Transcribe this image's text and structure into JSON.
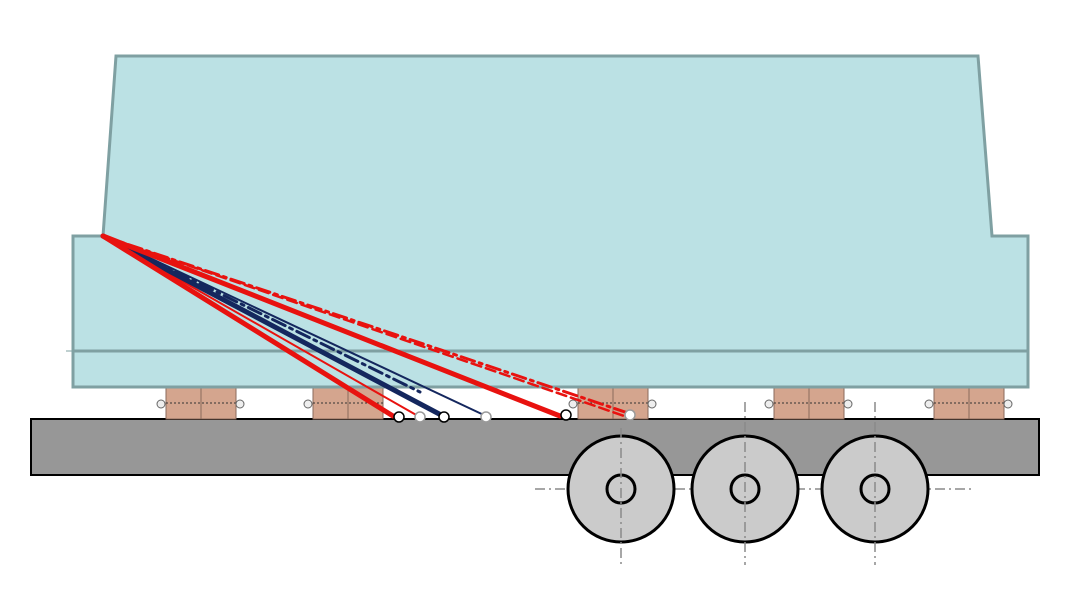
{
  "colors": {
    "background": "#ffffff",
    "cargo_fill": "#bbe1e4",
    "cargo_stroke": "#7fa0a2",
    "deck_fill": "#979797",
    "wheel_fill": "#cbcbcb",
    "block_fill": "#d4a58e",
    "lashing_red": "#e8120f",
    "lashing_navy": "#14275e",
    "centerline": "#8a8a8a"
  },
  "diagram": {
    "components": [
      "cargo-unit",
      "timber-dunnage-blocks",
      "trailer-deck",
      "wheel-axles",
      "lashings"
    ],
    "dunnage_block_count": 5,
    "wheel_count": 3,
    "lashings": [
      {
        "color": "red",
        "style": "solid",
        "weight": "heavy"
      },
      {
        "color": "red",
        "style": "solid",
        "weight": "heavy"
      },
      {
        "color": "red",
        "style": "solid",
        "weight": "thin"
      },
      {
        "color": "red",
        "style": "dash-dot",
        "weight": "medium"
      },
      {
        "color": "red",
        "style": "dashed",
        "weight": "medium"
      },
      {
        "color": "navy",
        "style": "solid",
        "weight": "heavy"
      },
      {
        "color": "navy",
        "style": "solid",
        "weight": "thin"
      },
      {
        "color": "navy",
        "style": "dash-dot",
        "weight": "medium"
      }
    ]
  }
}
